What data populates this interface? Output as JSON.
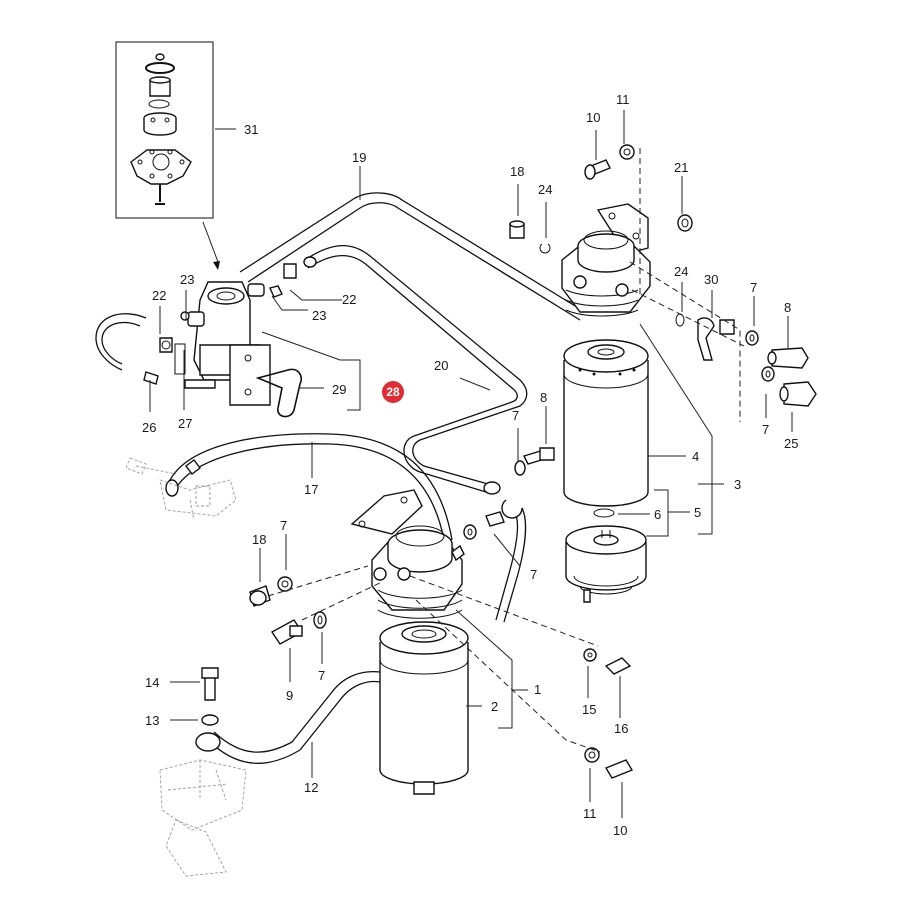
{
  "highlight_color": "#e02b35",
  "highlight_label": "28",
  "labels": {
    "l1": "1",
    "l2": "2",
    "l3": "3",
    "l4": "4",
    "l5": "5",
    "l6": "6",
    "l7a": "7",
    "l7b": "7",
    "l7c": "7",
    "l7d": "7",
    "l7e": "7",
    "l7f": "7",
    "l8a": "8",
    "l8b": "8",
    "l9": "9",
    "l10a": "10",
    "l10b": "10",
    "l11a": "11",
    "l11b": "11",
    "l12": "12",
    "l13": "13",
    "l14": "14",
    "l15": "15",
    "l16": "16",
    "l17": "17",
    "l18a": "18",
    "l18b": "18",
    "l19": "19",
    "l20": "20",
    "l21": "21",
    "l22a": "22",
    "l22b": "22",
    "l23a": "23",
    "l23b": "23",
    "l24a": "24",
    "l24b": "24",
    "l25": "25",
    "l26": "26",
    "l27": "27",
    "l29": "29",
    "l30": "30",
    "l31": "31"
  }
}
